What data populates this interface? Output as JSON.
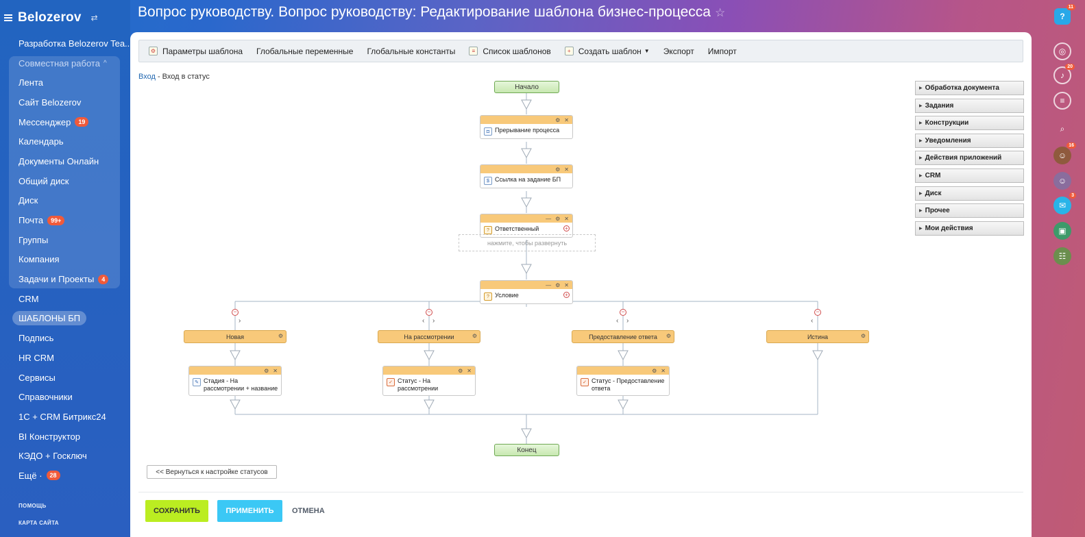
{
  "app": {
    "brand": "Belozerov",
    "brand_swap_icon": "swap-icon"
  },
  "page": {
    "title": "Вопрос руководству. Вопрос руководству: Редактирование шаблона бизнес-процесса"
  },
  "sidebar": {
    "top_item": "Разработка Belozerov Tea...",
    "group_label": "Совместная работа",
    "group_items": [
      {
        "label": "Лента"
      },
      {
        "label": "Сайт Belozerov"
      },
      {
        "label": "Мессенджер",
        "badge": "19"
      },
      {
        "label": "Календарь"
      },
      {
        "label": "Документы Онлайн"
      },
      {
        "label": "Общий диск"
      },
      {
        "label": "Диск"
      },
      {
        "label": "Почта",
        "badge": "99+"
      },
      {
        "label": "Группы"
      },
      {
        "label": "Компания"
      },
      {
        "label": "Задачи и Проекты",
        "badge": "4"
      }
    ],
    "items": [
      {
        "label": "CRM"
      },
      {
        "label": "ШАБЛОНЫ БП"
      },
      {
        "label": "Подпись"
      },
      {
        "label": "HR CRM"
      },
      {
        "label": "Сервисы"
      },
      {
        "label": "Справочники"
      },
      {
        "label": "1С + CRM Битрикс24"
      },
      {
        "label": "BI Конструктор"
      },
      {
        "label": "КЭДО + Госключ"
      },
      {
        "label": "Ещё ·",
        "badge": "28"
      }
    ],
    "footer": {
      "help": "ПОМОЩЬ",
      "sitemap": "КАРТА САЙТА"
    }
  },
  "right_bar": {
    "help_badge": "11",
    "bell_badge": "20",
    "avatar1_badge": "16",
    "chat_badge": "3"
  },
  "toolbar": {
    "items": [
      {
        "label": "Параметры шаблона"
      },
      {
        "label": "Глобальные переменные"
      },
      {
        "label": "Глобальные константы"
      },
      {
        "label": "Список шаблонов"
      },
      {
        "label": "Создать шаблон"
      },
      {
        "label": "Экспорт"
      },
      {
        "label": "Импорт"
      }
    ]
  },
  "breadcrumb": {
    "link": "Вход",
    "sep": " - ",
    "current": "Вход в статус"
  },
  "diagram": {
    "start": "Начало",
    "end": "Конец",
    "blocks": {
      "interrupt": "Прерывание процесса",
      "link": "Ссылка на задание БП",
      "responsible": "Ответственный",
      "condition": "Условие"
    },
    "hint": "нажмите, чтобы развернуть",
    "branches": [
      {
        "label": "Новая"
      },
      {
        "label": "На рассмотрении"
      },
      {
        "label": "Предоставление ответа"
      },
      {
        "label": "Истина"
      }
    ],
    "actions": [
      "Стадия - На рассмотрении + название",
      "Статус - На рассмотрении",
      "Статус - Предоставление ответа"
    ]
  },
  "palette": [
    "Обработка документа",
    "Задания",
    "Конструкции",
    "Уведомления",
    "Действия приложений",
    "CRM",
    "Диск",
    "Прочее",
    "Мои действия"
  ],
  "buttons": {
    "back": "<< Вернуться к настройке статусов",
    "save": "СОХРАНИТЬ",
    "apply": "ПРИМЕНИТЬ",
    "cancel": "ОТМЕНА"
  },
  "colors": {
    "save": "#bbed21",
    "apply": "#3bc8f5",
    "block_header": "#f8c97a",
    "start_end": "#c7e8b0"
  }
}
